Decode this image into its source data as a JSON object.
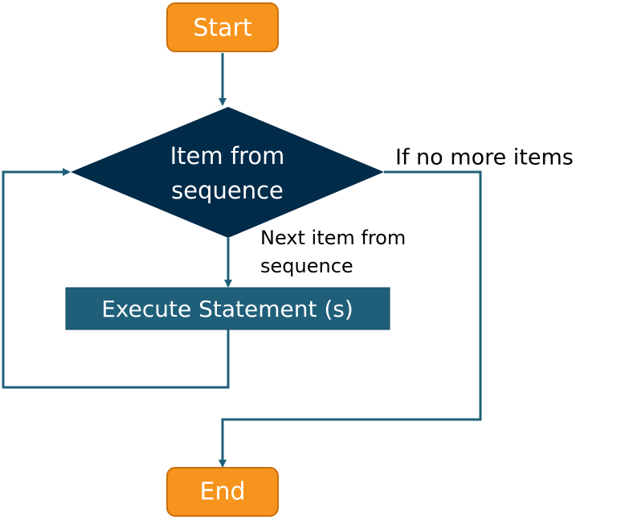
{
  "nodes": {
    "start": {
      "label": "Start"
    },
    "decision": {
      "line1": "Item from",
      "line2": "sequence"
    },
    "process": {
      "label": "Execute Statement (s)"
    },
    "end": {
      "label": "End"
    }
  },
  "edge_labels": {
    "exit": "If no more items",
    "next_line1": "Next item from",
    "next_line2": "sequence"
  },
  "colors": {
    "terminal_fill": "#f7941d",
    "terminal_stroke": "#c9700e",
    "decision_fill": "#002b49",
    "process_fill": "#1f5f7a",
    "process_stroke": "#164a60",
    "connector": "#1f5f7a"
  }
}
